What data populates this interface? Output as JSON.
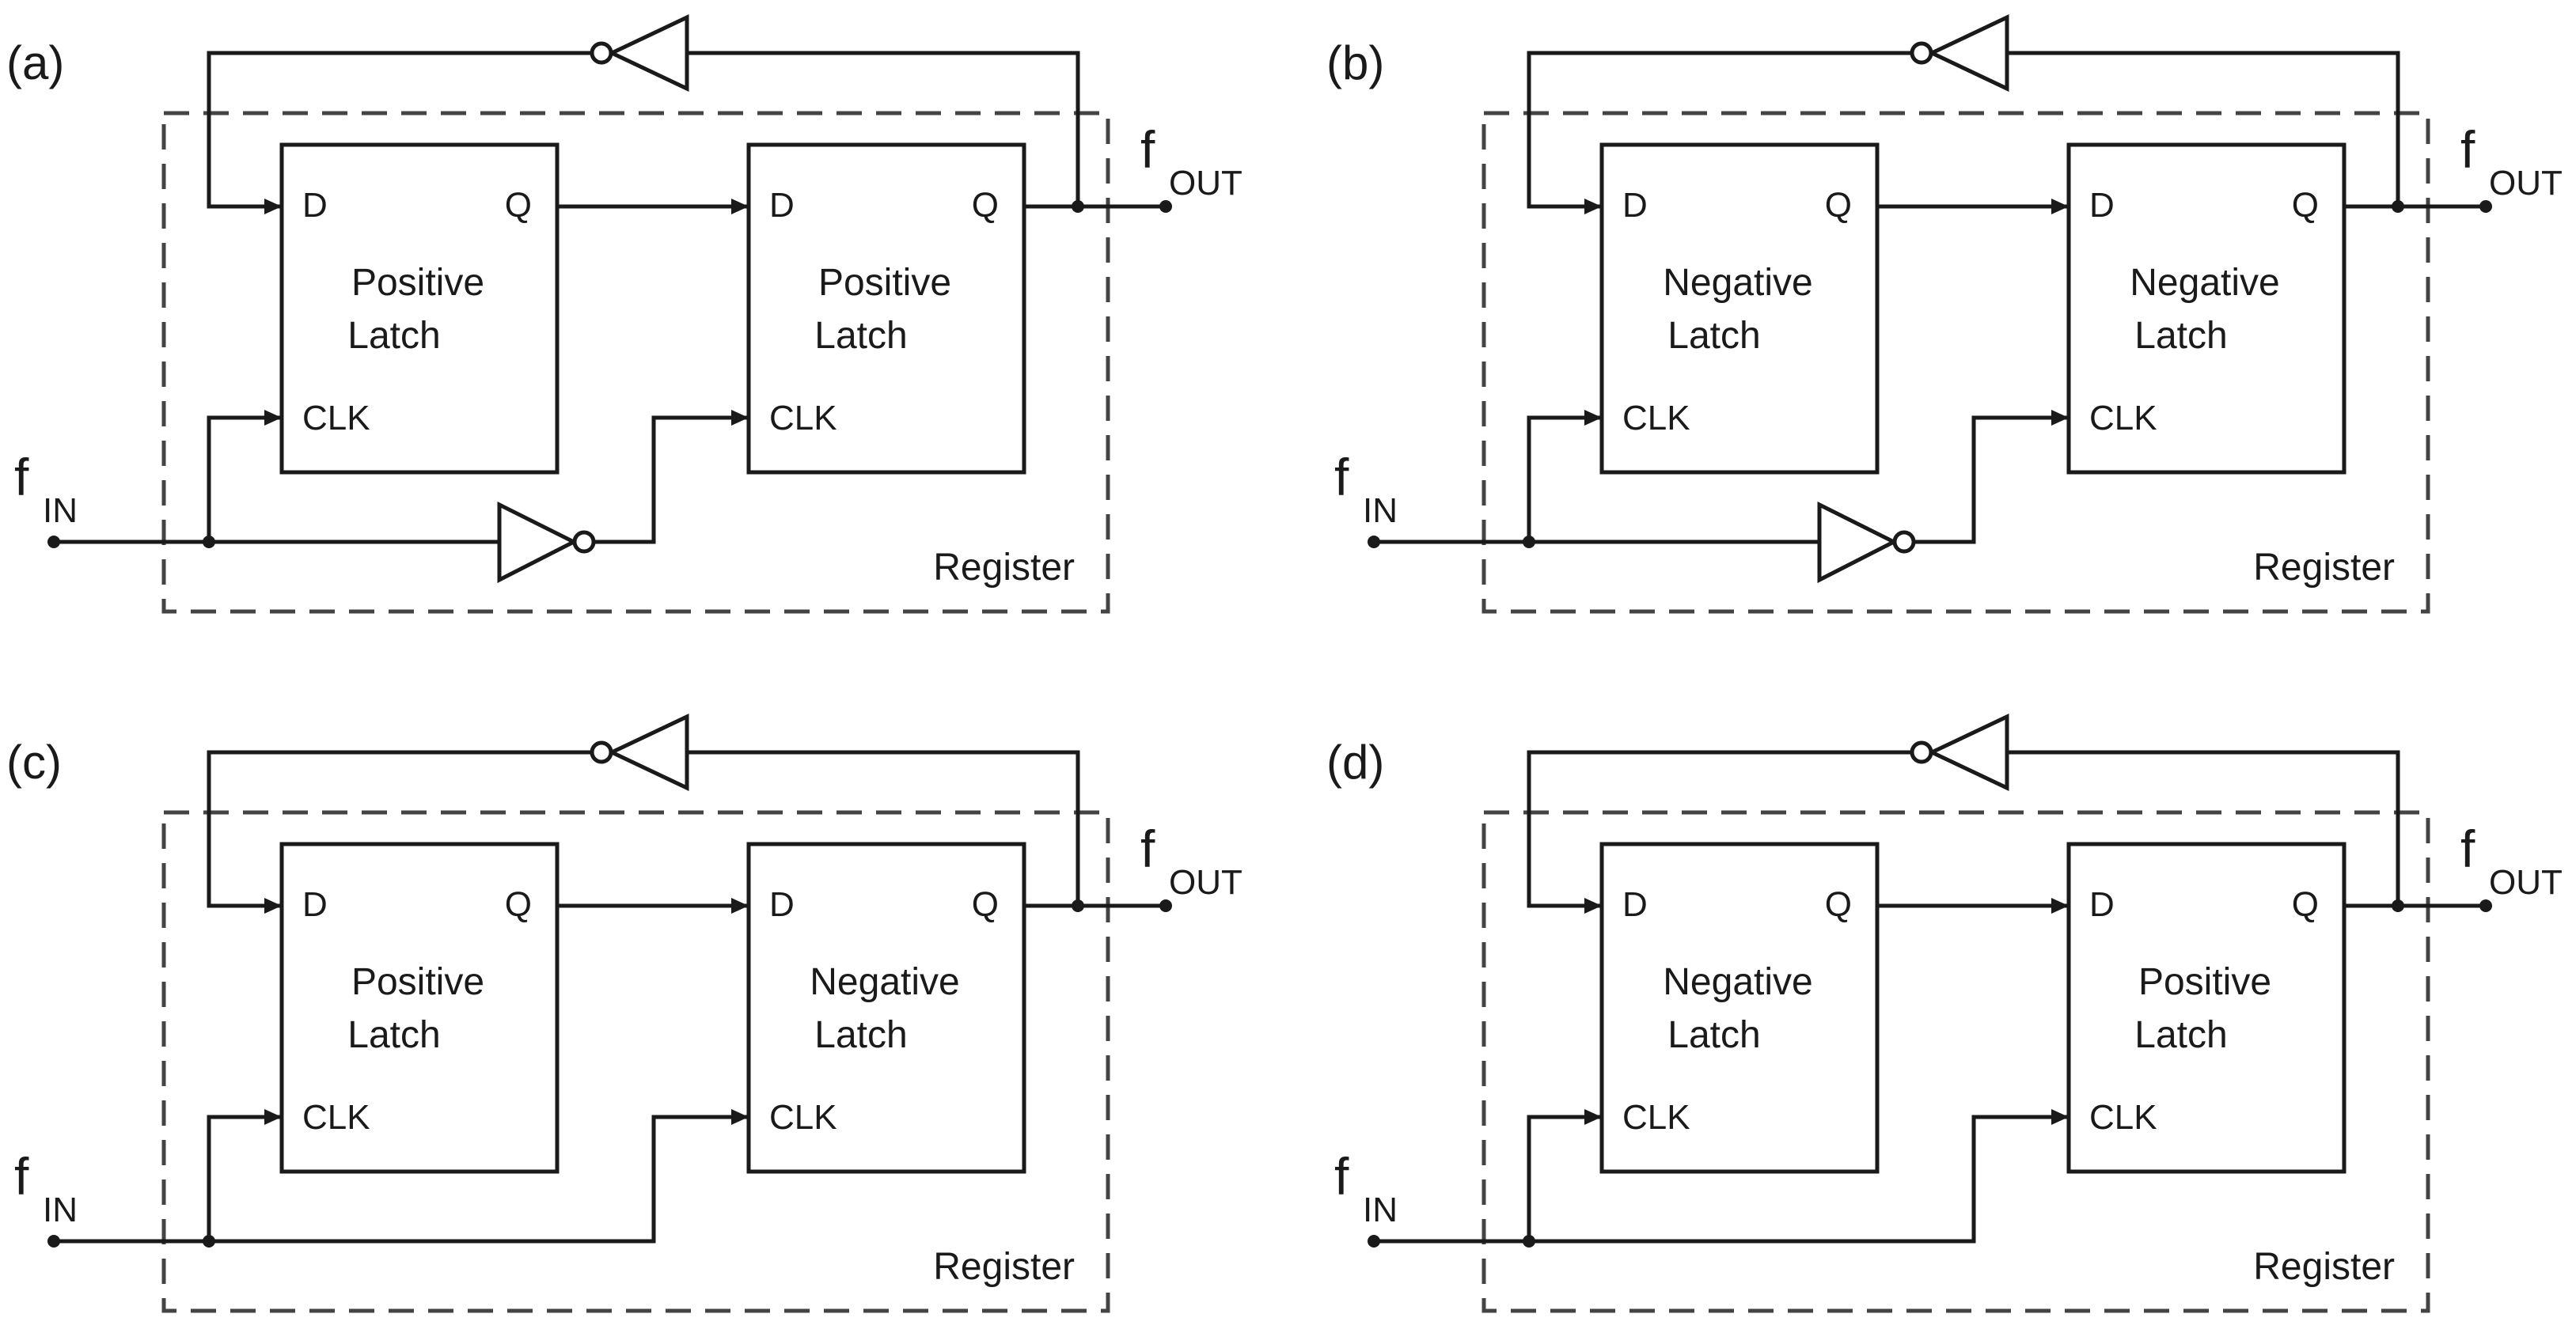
{
  "panels": [
    {
      "label": "(a)",
      "latch1": {
        "line1": "Positive",
        "line2": "Latch"
      },
      "latch2": {
        "line1": "Positive",
        "line2": "Latch"
      },
      "clock_inverter": true
    },
    {
      "label": "(b)",
      "latch1": {
        "line1": "Negative",
        "line2": "Latch"
      },
      "latch2": {
        "line1": "Negative",
        "line2": "Latch"
      },
      "clock_inverter": true
    },
    {
      "label": "(c)",
      "latch1": {
        "line1": "Positive",
        "line2": "Latch"
      },
      "latch2": {
        "line1": "Negative",
        "line2": "Latch"
      },
      "clock_inverter": false
    },
    {
      "label": "(d)",
      "latch1": {
        "line1": "Negative",
        "line2": "Latch"
      },
      "latch2": {
        "line1": "Positive",
        "line2": "Latch"
      },
      "clock_inverter": false
    }
  ],
  "pins": {
    "d": "D",
    "q": "Q",
    "clk": "CLK"
  },
  "register_label": "Register",
  "input_signal": {
    "f": "f",
    "sub": "IN"
  },
  "output_signal": {
    "f": "f",
    "sub": "OUT"
  },
  "colors": {
    "ink": "#1a1a1a",
    "dashed_border": "#444444",
    "background": "#ffffff"
  }
}
